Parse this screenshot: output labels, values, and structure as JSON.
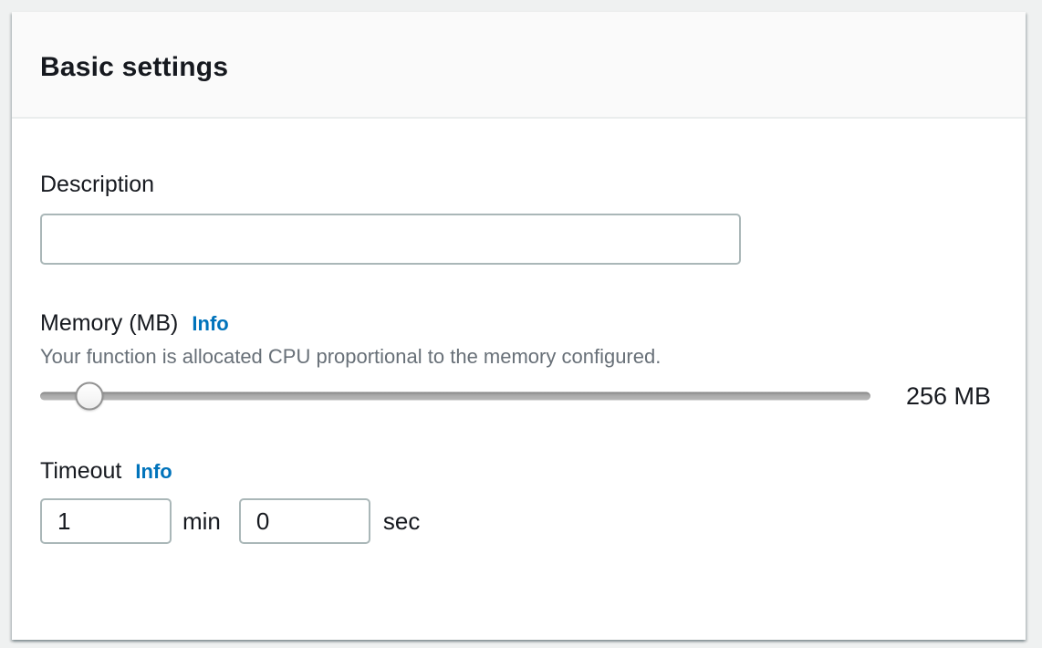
{
  "panel": {
    "title": "Basic settings"
  },
  "description_field": {
    "label": "Description",
    "value": "",
    "placeholder": ""
  },
  "memory_field": {
    "label": "Memory (MB)",
    "info_link": "Info",
    "help_text": "Your function is allocated CPU proportional to the memory configured.",
    "value_display": "256 MB",
    "slider_handle_percent": 5.9
  },
  "timeout_field": {
    "label": "Timeout",
    "info_link": "Info",
    "minutes_value": "1",
    "minutes_unit": "min",
    "seconds_value": "0",
    "seconds_unit": "sec"
  },
  "colors": {
    "info_link_blue": "#0073bb",
    "label_text": "#16191f",
    "help_text_gray": "#687078",
    "input_border": "#aab7b8",
    "header_background": "#fafafa"
  }
}
